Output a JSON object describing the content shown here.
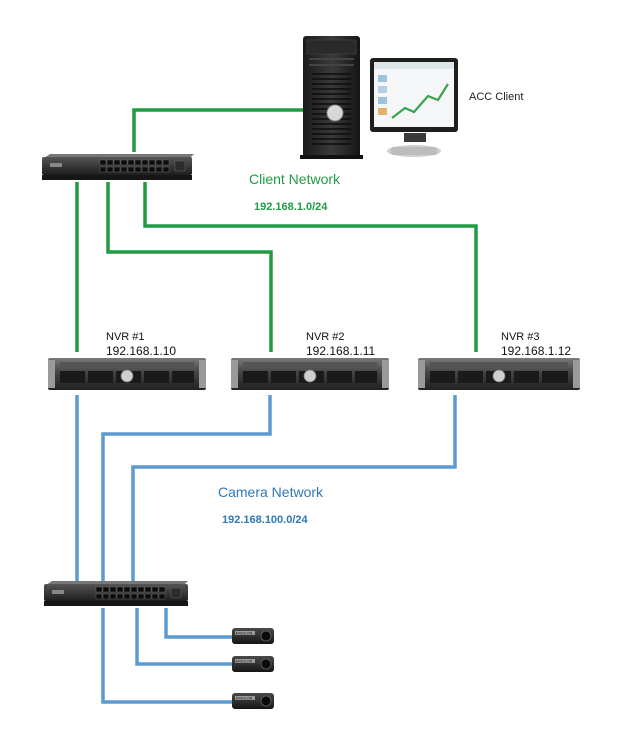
{
  "colors": {
    "client_link": "#1f9b43",
    "camera_link": "#5b9bd1",
    "client_text": "#1f9b43",
    "camera_text": "#2e78b6"
  },
  "client": {
    "label": "ACC Client"
  },
  "client_network": {
    "title": "Client Network",
    "subnet": "192.168.1.0/24"
  },
  "camera_network": {
    "title": "Camera Network",
    "subnet": "192.168.100.0/24"
  },
  "nvrs": [
    {
      "name": "NVR #1",
      "ip": "192.168.1.10"
    },
    {
      "name": "NVR #2",
      "ip": "192.168.1.11"
    },
    {
      "name": "NVR #3",
      "ip": "192.168.1.12"
    }
  ],
  "camera_brand": "AVIGILON"
}
